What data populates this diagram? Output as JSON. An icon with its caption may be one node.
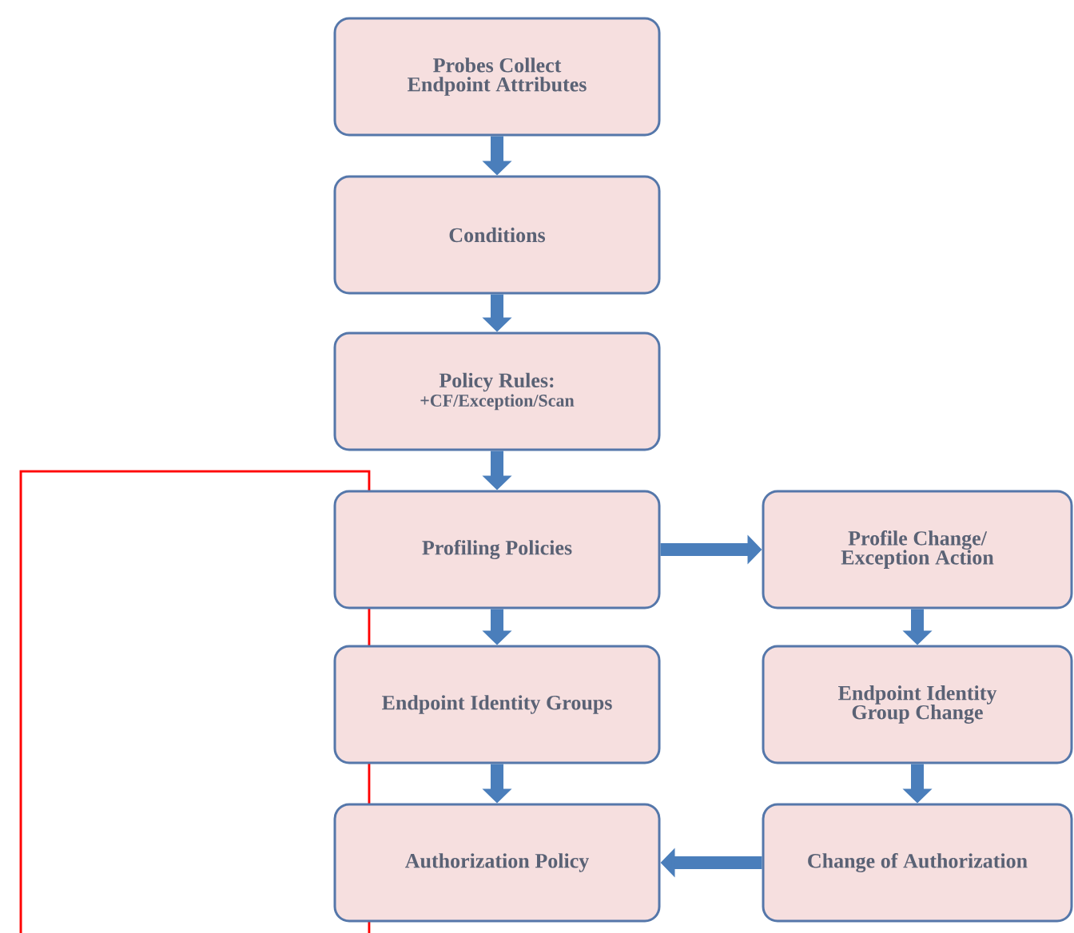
{
  "diagram": {
    "nodes": [
      {
        "text": [
          "Probes Collect Endpoint Attributes"
        ]
      },
      {
        "text": [
          "Conditions"
        ]
      },
      {
        "text": [
          "Policy Rules:",
          "+CF/Exception/Scan"
        ]
      },
      {
        "text": [
          "Profiling Policies"
        ]
      },
      {
        "text": [
          "Profile Change/ Exception Action"
        ]
      },
      {
        "text": [
          "Endpoint Identity Groups"
        ]
      },
      {
        "text": [
          "Endpoint Identity Group Change"
        ]
      },
      {
        "text": [
          "Authorization Policy"
        ]
      },
      {
        "text": [
          "Change of Authorization"
        ]
      }
    ],
    "edges": [
      {
        "from": 0,
        "to": 1,
        "arrow": "to"
      },
      {
        "from": 1,
        "to": 2,
        "arrow": "to"
      },
      {
        "from": 2,
        "to": 3,
        "arrow": "to"
      },
      {
        "from": 3,
        "to": 4,
        "arrow": "to"
      },
      {
        "from": 3,
        "to": 5,
        "arrow": "to"
      },
      {
        "from": 4,
        "to": 6,
        "arrow": "to"
      },
      {
        "from": 5,
        "to": 7,
        "arrow": "to"
      },
      {
        "from": 6,
        "to": 8,
        "arrow": "to"
      },
      {
        "from": 8,
        "to": 7,
        "arrow": "to"
      }
    ]
  }
}
